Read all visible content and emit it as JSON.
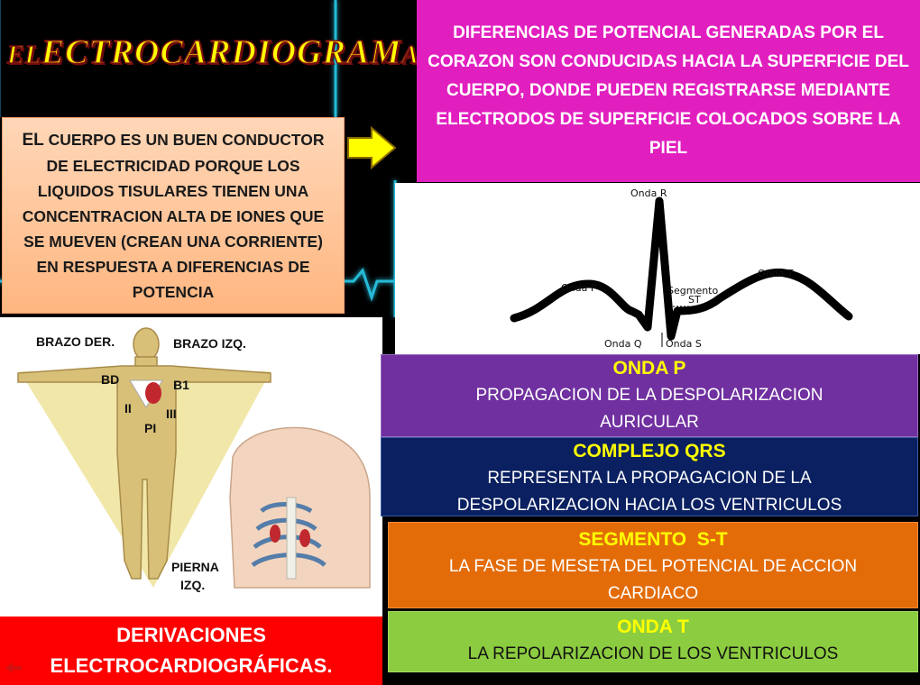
{
  "title": {
    "prefix": "EL",
    "main": "ECTROCARDIOGRAM",
    "suffix": "A"
  },
  "cuerpo_box": {
    "lead": "EL",
    "text": " CUERPO ES UN BUEN CONDUCTOR DE ELECTRICIDAD PORQUE LOS LIQUIDOS TISULARES TIENEN UNA CONCENTRACION ALTA DE IONES QUE SE MUEVEN (CREAN UNA CORRIENTE) EN RESPUESTA A DIFERENCIAS DE POTENCIA"
  },
  "diferencias_box": {
    "text": "DIFERENCIAS DE POTENCIAL GENERADAS POR EL CORAZON SON CONDUCIDAS HACIA LA SUPERFICIE DEL CUERPO, DONDE PUEDEN REGISTRARSE MEDIANTE ELECTRODOS DE SUPERFICIE COLOCADOS SOBRE LA PIEL"
  },
  "ecg_labels": {
    "onda_r": "Onda R",
    "onda_p": "Onda P",
    "segmento": "Segmento",
    "st": "ST",
    "onda_t": "Onda T",
    "onda_q": "Onda Q",
    "onda_s": "Onda S"
  },
  "body_labels": {
    "brazo_der": "BRAZO DER.",
    "brazo_izq": "BRAZO IZQ.",
    "bd": "BD",
    "b1": "B1",
    "ii": "II",
    "iii": "III",
    "pi": "PI",
    "pierna": "PIERNA",
    "izq": "IZQ."
  },
  "derivaciones_box": {
    "line1": "DERIVACIONES",
    "line2": "ELECTROCARDIOGRÁFICAS."
  },
  "waves": [
    {
      "title": "ONDA P",
      "desc": "PROPAGACION DE LA DESPOLARIZACION AURICULAR"
    },
    {
      "title": "COMPLEJO QRS",
      "desc": "REPRESENTA LA PROPAGACION DE LA DESPOLARIZACION HACIA LOS VENTRICULOS"
    },
    {
      "title": "SEGMENTO  S-T",
      "desc": "LA FASE DE MESETA DEL POTENCIAL DE ACCION CARDIACO"
    },
    {
      "title": "ONDA T",
      "desc": "LA REPOLARIZACION DE LOS VENTRICULOS"
    }
  ],
  "colors": {
    "title": "#ffff00",
    "magenta": "#e11fbf",
    "peach": "#ffc89e",
    "purple": "#7030a0",
    "navy": "#0a2060",
    "orange": "#e36c09",
    "green": "#8ccc40",
    "red": "#ff0000",
    "glow": "#22c8e8"
  },
  "icons": {
    "arrow": "right-arrow-icon",
    "back": "back-arrow-icon"
  }
}
